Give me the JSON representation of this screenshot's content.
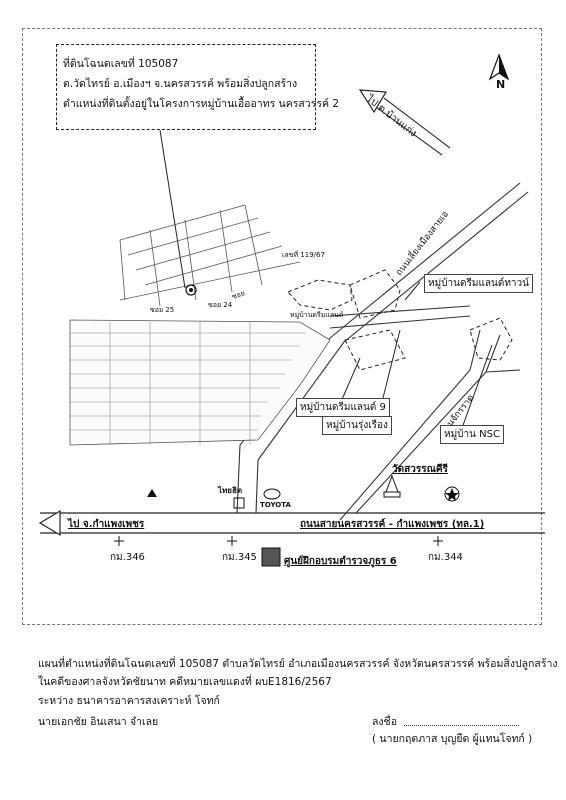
{
  "info_box": {
    "line1": "ที่ดินโฉนดเลขที่ 105087",
    "line2": "ต.วัดไทรย์  อ.เมืองฯ  จ.นครสวรรค์  พร้อมสิ่งปลูกสร้าง",
    "line3": "ตำแหน่งที่ดินตั้งอยู่ในโครงการหมู่บ้านเอื้ออาทร นครสวรรค์ 2"
  },
  "north_label": "N",
  "labels": {
    "to_ban_kaeng": "ไป ต.บ้านแก่ง",
    "road_north": "ถนนเลี่ยงเมืองสายเอ",
    "dreamland_town": "หมู่บ้านดรีมแลนด์ทาวน์",
    "dreamland_9": "หมู่บ้านดรีมแลนด์ 9",
    "rungrueang": "หมู่บ้านรุ่งเรือง",
    "ring_road": "ถนนจักรราด",
    "nsc": "หมู่บ้าน NSC",
    "wat": "วัดสวรรณคีรี",
    "main_road": "ถนนสายนครสวรรค์ - กำแพงเพชร (ทล.1)",
    "to_kamphaeng": "ไป จ.กำแพงเพชร",
    "km346": "กม.346",
    "km345": "กม.345",
    "km344": "กม.344",
    "training_center": "ศูนย์ฝึกอบรมตำรวจภูธร 6",
    "thai_ui": "ไทยฮิต",
    "toyota": "TOYOTA",
    "soi24": "ซอย 24",
    "soi25": "ซอย 25",
    "soi_main": "ซอย",
    "dreamland": "หมู่บ้านดรีมแลนด์",
    "lot_no": "เลขที่ 119/67"
  },
  "bottom": {
    "line1": "แผนที่ตำแหน่งที่ดินโฉนดเลขที่ 105087  ตำบลวัดไทรย์  อำเภอเมืองนครสวรรค์  จังหวัดนครสวรรค์  พร้อมสิ่งปลูกสร้าง",
    "line2": "ในคดีของศาลจังหวัดชัยนาท  คดีหมายเลขแดงที่ ผบE1816/2567",
    "line3": "ระหว่าง  ธนาคารอาคารสงเคราะห์       โจทก์",
    "line4": "นายเอกชัย  อินเสนา      จำเลย",
    "sign": "ลงชื่อ",
    "signer": "( นายกฤตภาส  บุญยืด   ผู้แทนโจทก์ )"
  }
}
